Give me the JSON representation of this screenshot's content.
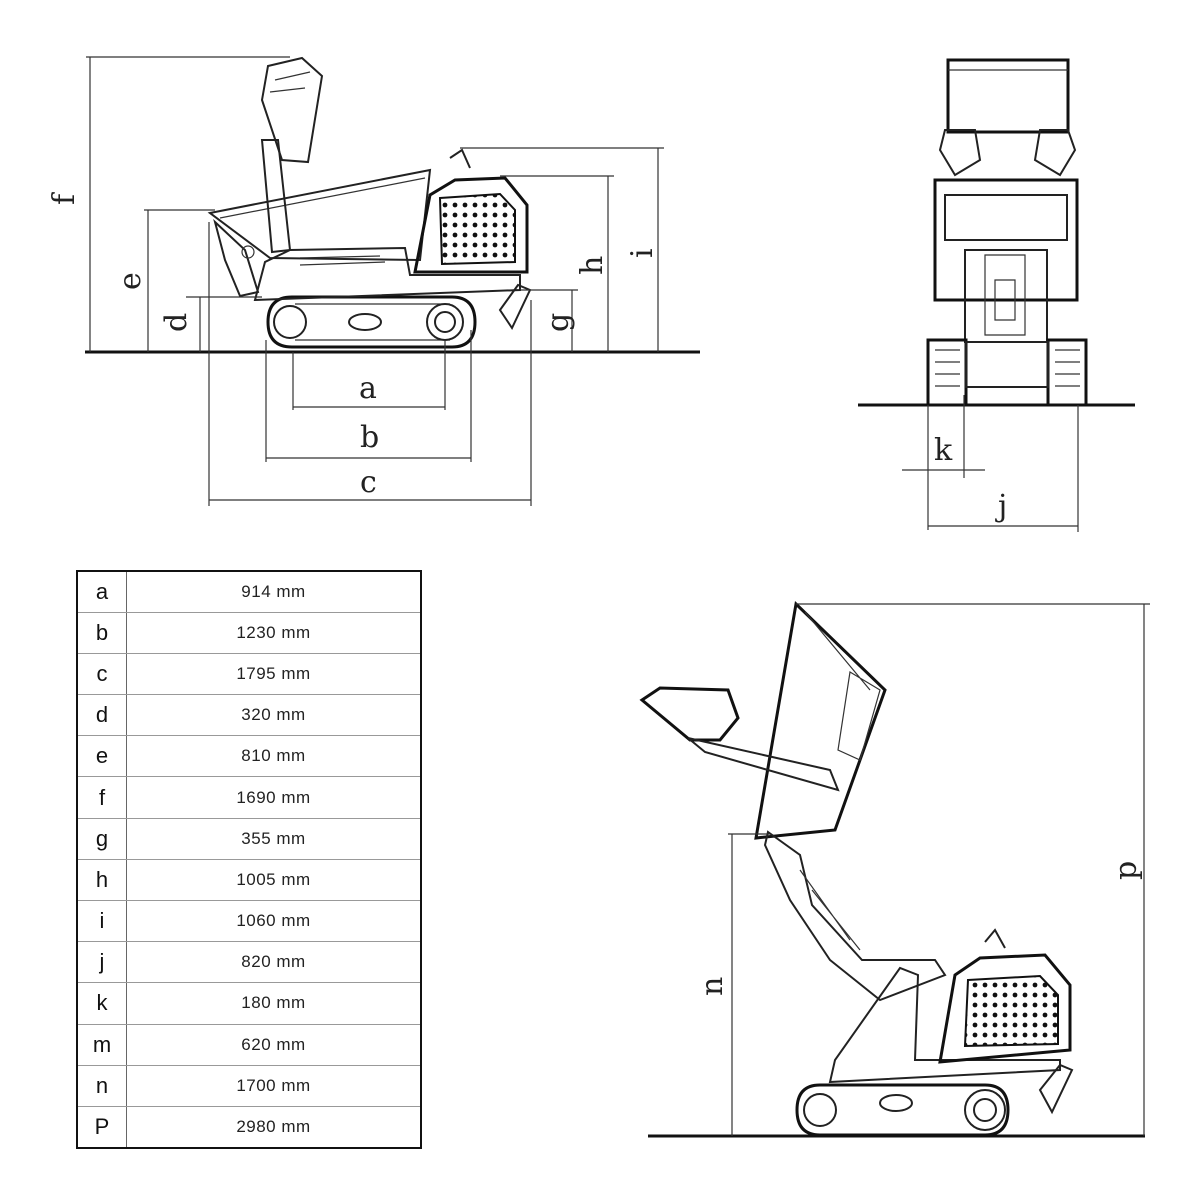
{
  "dimension_labels": {
    "a": "a",
    "b": "b",
    "c": "c",
    "d": "d",
    "e": "e",
    "f": "f",
    "g": "g",
    "h": "h",
    "i": "i",
    "j": "j",
    "k": "k",
    "n": "n",
    "p": "p"
  },
  "specs": [
    {
      "key": "a",
      "value": "914 mm"
    },
    {
      "key": "b",
      "value": "1230 mm"
    },
    {
      "key": "c",
      "value": "1795 mm"
    },
    {
      "key": "d",
      "value": "320 mm"
    },
    {
      "key": "e",
      "value": "810 mm"
    },
    {
      "key": "f",
      "value": "1690 mm"
    },
    {
      "key": "g",
      "value": "355 mm"
    },
    {
      "key": "h",
      "value": "1005 mm"
    },
    {
      "key": "i",
      "value": "1060 mm"
    },
    {
      "key": "j",
      "value": "820 mm"
    },
    {
      "key": "k",
      "value": "180 mm"
    },
    {
      "key": "m",
      "value": "620 mm"
    },
    {
      "key": "n",
      "value": "1700 mm"
    },
    {
      "key": "P",
      "value": "2980 mm"
    }
  ]
}
